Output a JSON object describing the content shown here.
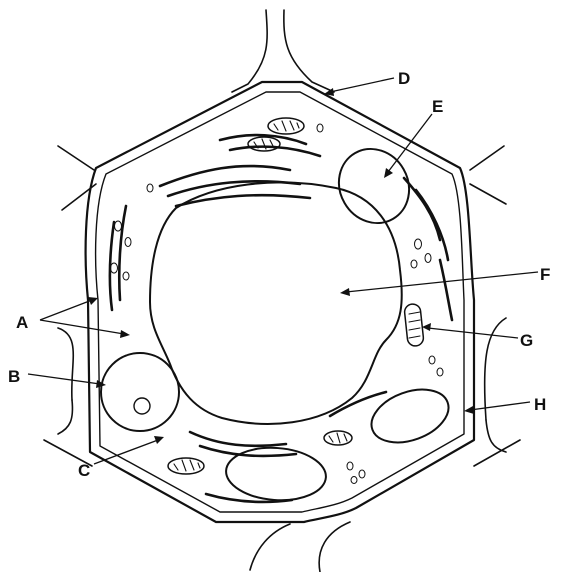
{
  "labels": {
    "A": "A",
    "B": "B",
    "C": "C",
    "D": "D",
    "E": "E",
    "F": "F",
    "G": "G",
    "H": "H"
  },
  "colors": {
    "ink": "#111111",
    "paper": "#ffffff",
    "cytoplasm": "#f4f4f4",
    "nucleus": "#d9d9d9"
  }
}
